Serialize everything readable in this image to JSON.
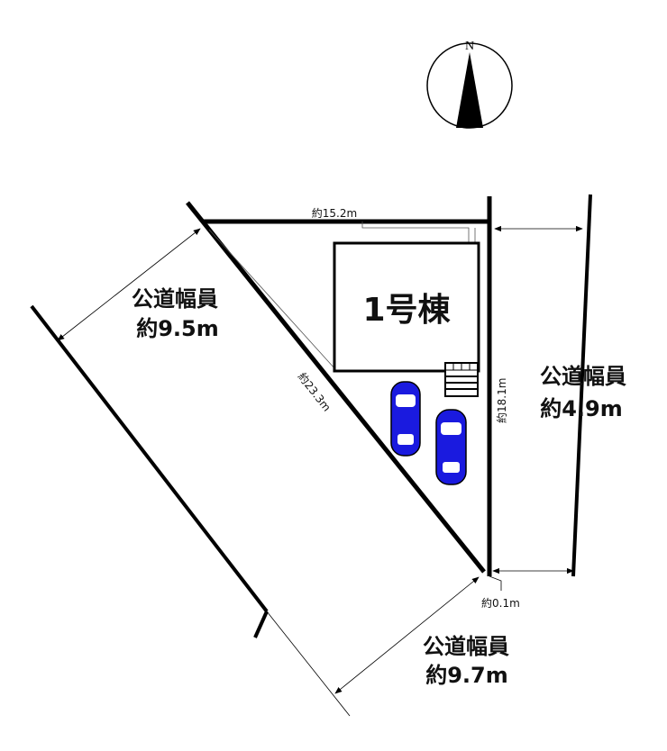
{
  "compass": {
    "label": "N"
  },
  "building": {
    "label": "1号棟"
  },
  "lot": {
    "top_edge": "約15.2m",
    "hypotenuse": "約23.3m",
    "right_edge": "約18.1m",
    "corner_offset": "約0.1m"
  },
  "roads": {
    "west": {
      "line1": "公道幅員",
      "line2": "約9.5m"
    },
    "east": {
      "line1": "公道幅員",
      "line2": "約4.9m"
    },
    "south": {
      "line1": "公道幅員",
      "line2": "約9.7m"
    }
  },
  "colors": {
    "car": "#1a1adf",
    "line": "#000000"
  }
}
